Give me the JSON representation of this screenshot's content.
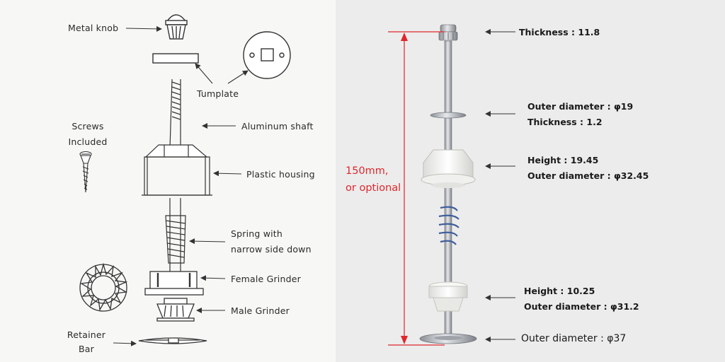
{
  "colors": {
    "dimension_line": "#e0262b",
    "arrow": "#333333",
    "metal": "#b9bcc2",
    "plastic": "#f4f4f2"
  },
  "left_diagram": {
    "metal_knob": "Metal  knob",
    "tumplate": "Tumplate",
    "screws": [
      "Screws",
      "Included"
    ],
    "aluminum_shaft": "Aluminum shaft",
    "plastic_housing": "Plastic housing",
    "spring": [
      "Spring with",
      "narrow side down"
    ],
    "female_grinder": "Female Grinder",
    "male_grinder": "Male Grinder",
    "retainer_bar": [
      "Retainer",
      "Bar"
    ]
  },
  "right_diagram": {
    "length": [
      "150mm,",
      "or optional"
    ],
    "knob": "Thickness : 11.8",
    "washer": [
      "Outer diameter : φ19",
      "Thickness : 1.2"
    ],
    "housing": [
      "Height : 19.45",
      "Outer diameter : φ32.45"
    ],
    "grinder": [
      "Height : 10.25",
      "Outer diameter : φ31.2"
    ],
    "bar": "Outer diameter : φ37"
  }
}
